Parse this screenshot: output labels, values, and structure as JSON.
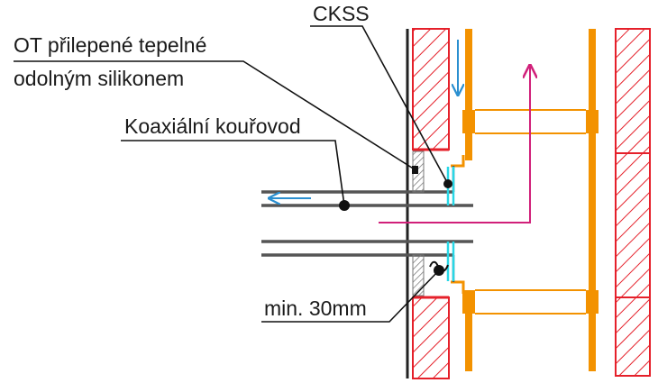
{
  "labels": {
    "ckss": "CKSS",
    "ot_line1": "OT přilepené tepelné",
    "ot_line2": "odolným silikonem",
    "flue": "Koaxiální kouřovod",
    "min_gap": "min. 30mm"
  },
  "colors": {
    "masonry_hatch": "#e5202a",
    "chimney_liner": "#f39200",
    "seal": "#28d7e6",
    "flow_arrow_blue": "#2a8fd0",
    "flow_arrow_magenta": "#d1207a",
    "pipe": "#555555",
    "leader": "#111111",
    "fill_strip": "#9a9a9a"
  },
  "icons": {
    "blue_arrows": "flow-arrow-icon",
    "magenta_arrow": "flue-gas-arrow-icon"
  }
}
